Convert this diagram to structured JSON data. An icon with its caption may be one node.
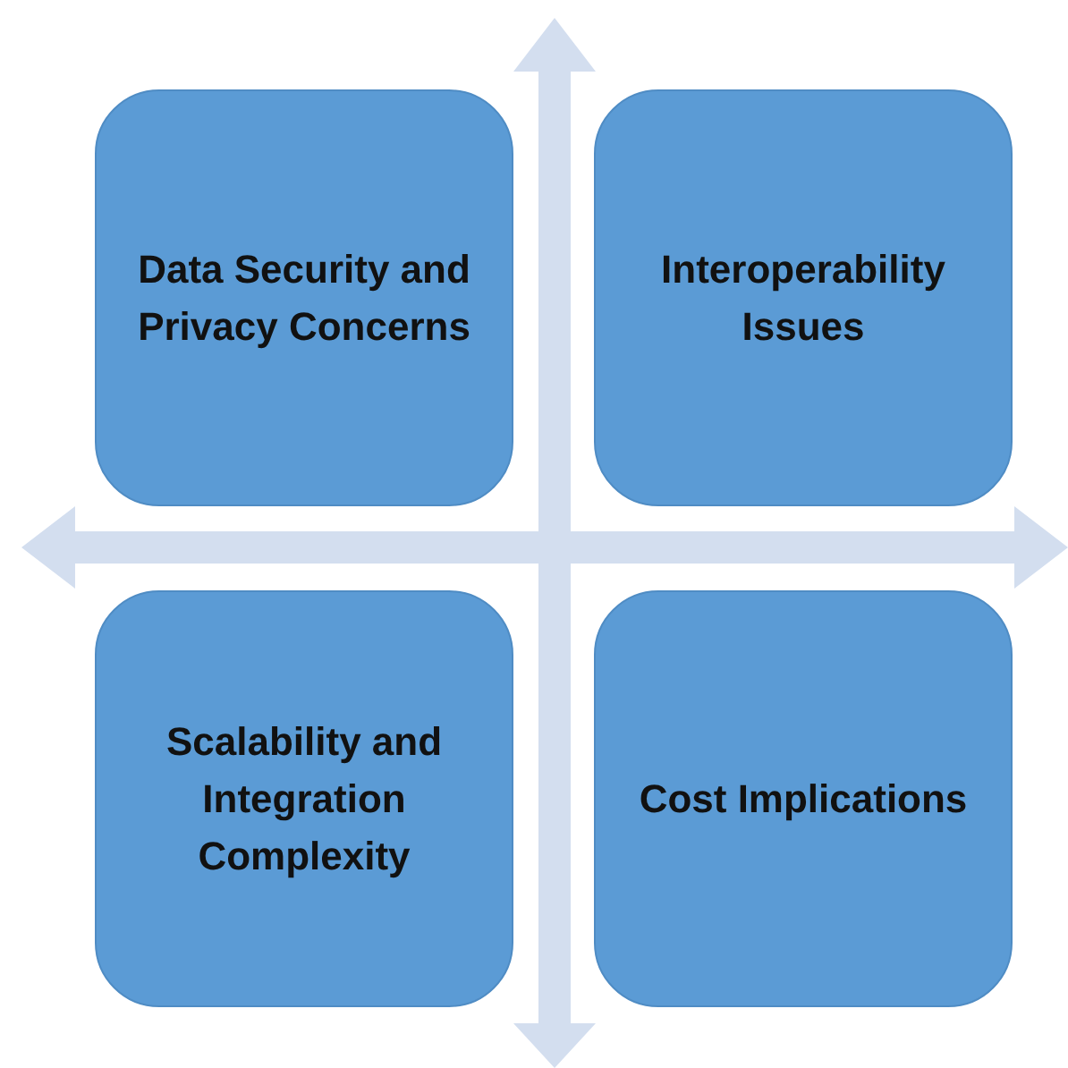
{
  "diagram": {
    "nodes": [
      {
        "text": [
          "Data Security and Privacy Concerns"
        ]
      },
      {
        "text": [
          "Interoperability Issues"
        ]
      },
      {
        "text": [
          "Scalability and Integration Complexity"
        ]
      },
      {
        "text": [
          "Cost Implications"
        ]
      }
    ]
  }
}
